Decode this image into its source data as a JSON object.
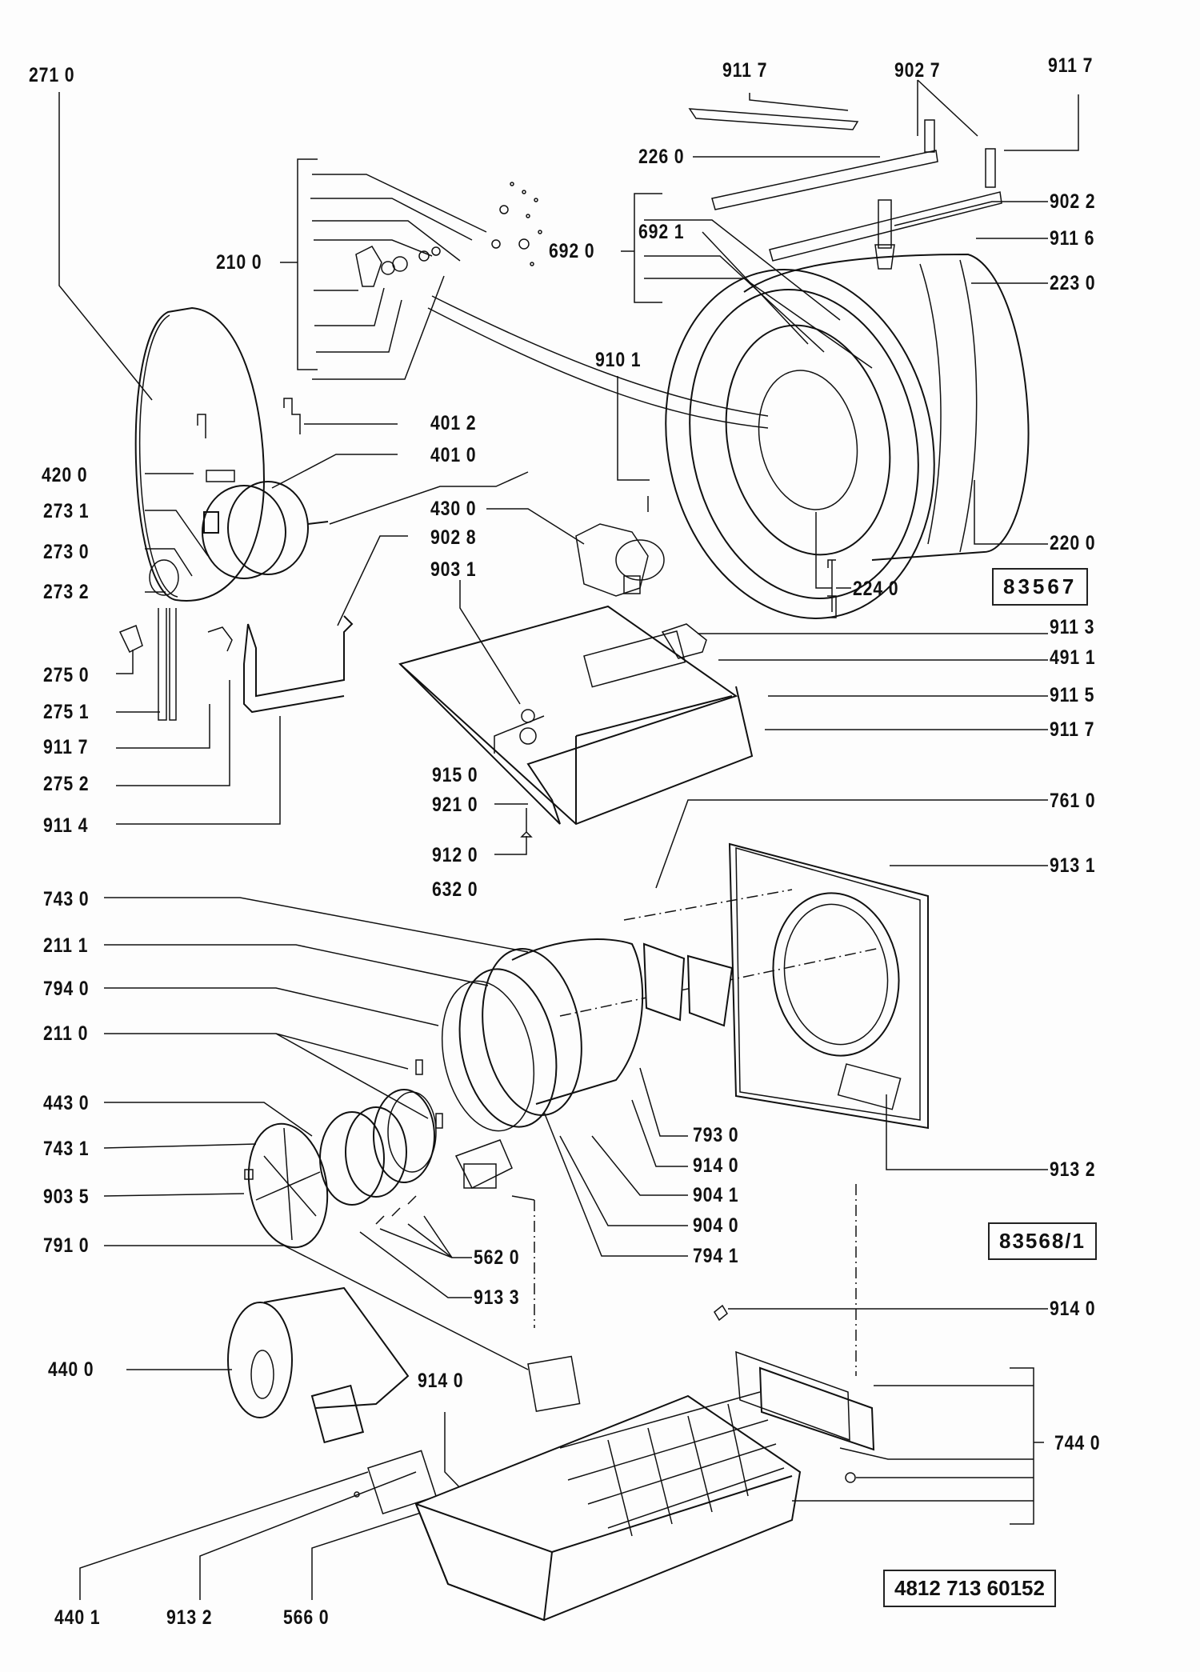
{
  "diagram": {
    "type": "exploded-parts-diagram",
    "subject": "tumble dryer assembly",
    "reference_boxes": {
      "drum_group": "83567",
      "front_group": "83568/1",
      "document_number": "4812 713 60152"
    },
    "labels": {
      "l2710": "271 0",
      "l9117a": "911 7",
      "l9027": "902 7",
      "l9117b": "911 7",
      "l2260": "226 0",
      "l9022": "902 2",
      "l2100": "210 0",
      "l6920": "692 0",
      "l6921": "692 1",
      "l9116": "911 6",
      "l2230": "223 0",
      "l9101": "910 1",
      "l4012": "401 2",
      "l4010": "401 0",
      "l4200": "420 0",
      "l4300": "430 0",
      "l2731": "273 1",
      "l2730": "273 0",
      "l2732": "273 2",
      "l9028": "902 8",
      "l9031": "903 1",
      "l2200": "220 0",
      "l2240": "224 0",
      "l9113": "911 3",
      "l4911": "491 1",
      "l2750": "275 0",
      "l2751": "275 1",
      "l9117c": "911 7",
      "l2752": "275 2",
      "l9114": "911 4",
      "l9115": "911 5",
      "l9117d": "911 7",
      "l9150": "915 0",
      "l9210": "921 0",
      "l9120": "912 0",
      "l7610": "761 0",
      "l6320": "632 0",
      "l9131": "913 1",
      "l7430": "743 0",
      "l2111": "211 1",
      "l7940": "794 0",
      "l2110": "211 0",
      "l4430": "443 0",
      "l7431": "743 1",
      "l9035": "903 5",
      "l7910": "791 0",
      "l7930": "793 0",
      "l9140a": "914 0",
      "l9041": "904 1",
      "l9040": "904 0",
      "l7941": "794 1",
      "l9132a": "913 2",
      "l5620": "562 0",
      "l9133": "913 3",
      "l9140b": "914 0",
      "l4400": "440 0",
      "l9140c": "914 0",
      "l7440": "744 0",
      "l4401": "440 1",
      "l9132b": "913 2",
      "l5660": "566 0"
    }
  }
}
